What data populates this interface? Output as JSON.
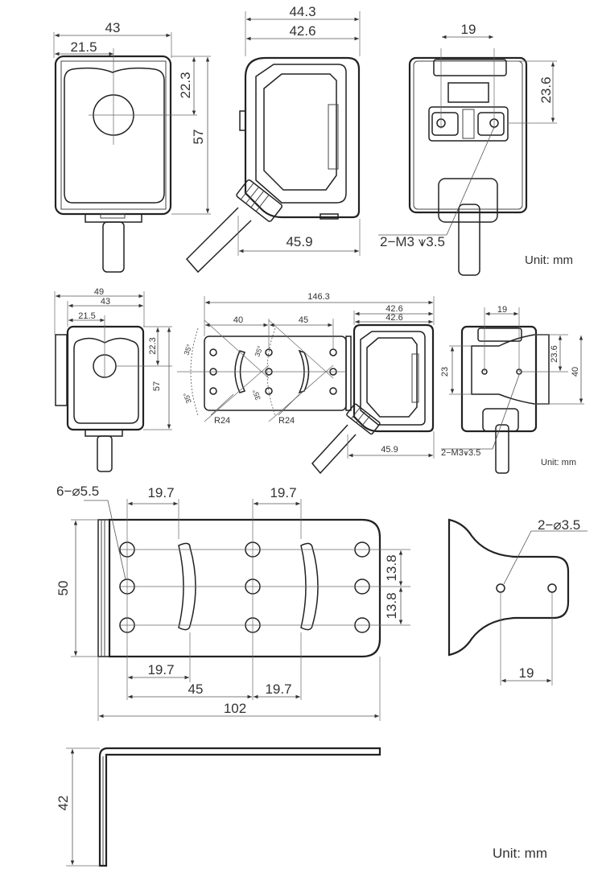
{
  "view1": {
    "front": {
      "width": "43",
      "half_width": "21.5",
      "lens_center": "22.3",
      "height": "57"
    },
    "side": {
      "overall": "44.3",
      "body": "42.6",
      "cable_len": "45.9"
    },
    "back": {
      "hole_pitch": "19",
      "hole_height": "23.6",
      "screw": "2−M3 ⩛3.5"
    },
    "unit": "Unit: mm"
  },
  "view2": {
    "front": {
      "overall": "49",
      "width": "43",
      "half_width": "21.5",
      "lens_center": "22.3",
      "height": "57"
    },
    "assembly": {
      "overall": "146.3",
      "seg1": "40",
      "seg2": "45",
      "sensor_a": "42.6",
      "sensor_b": "42.6",
      "cable_len": "45.9",
      "angle": "35°",
      "radius": "R24"
    },
    "back": {
      "hole_pitch": "19",
      "hole_height": "23.6",
      "left_h": "23",
      "right_h": "40",
      "screw": "2−M3⩛3.5"
    },
    "unit": "Unit: mm"
  },
  "bracket": {
    "holes": "6−⌀5.5",
    "pitch_top_1": "19.7",
    "pitch_top_2": "19.7",
    "height": "50",
    "v_pitch_1": "13.8",
    "v_pitch_2": "13.8",
    "bottom_1": "19.7",
    "bottom_mid": "45",
    "bottom_2": "19.7",
    "overall": "102",
    "side_holes": "2−⌀3.5",
    "side_pitch": "19",
    "flange_height": "42",
    "unit": "Unit: mm"
  }
}
